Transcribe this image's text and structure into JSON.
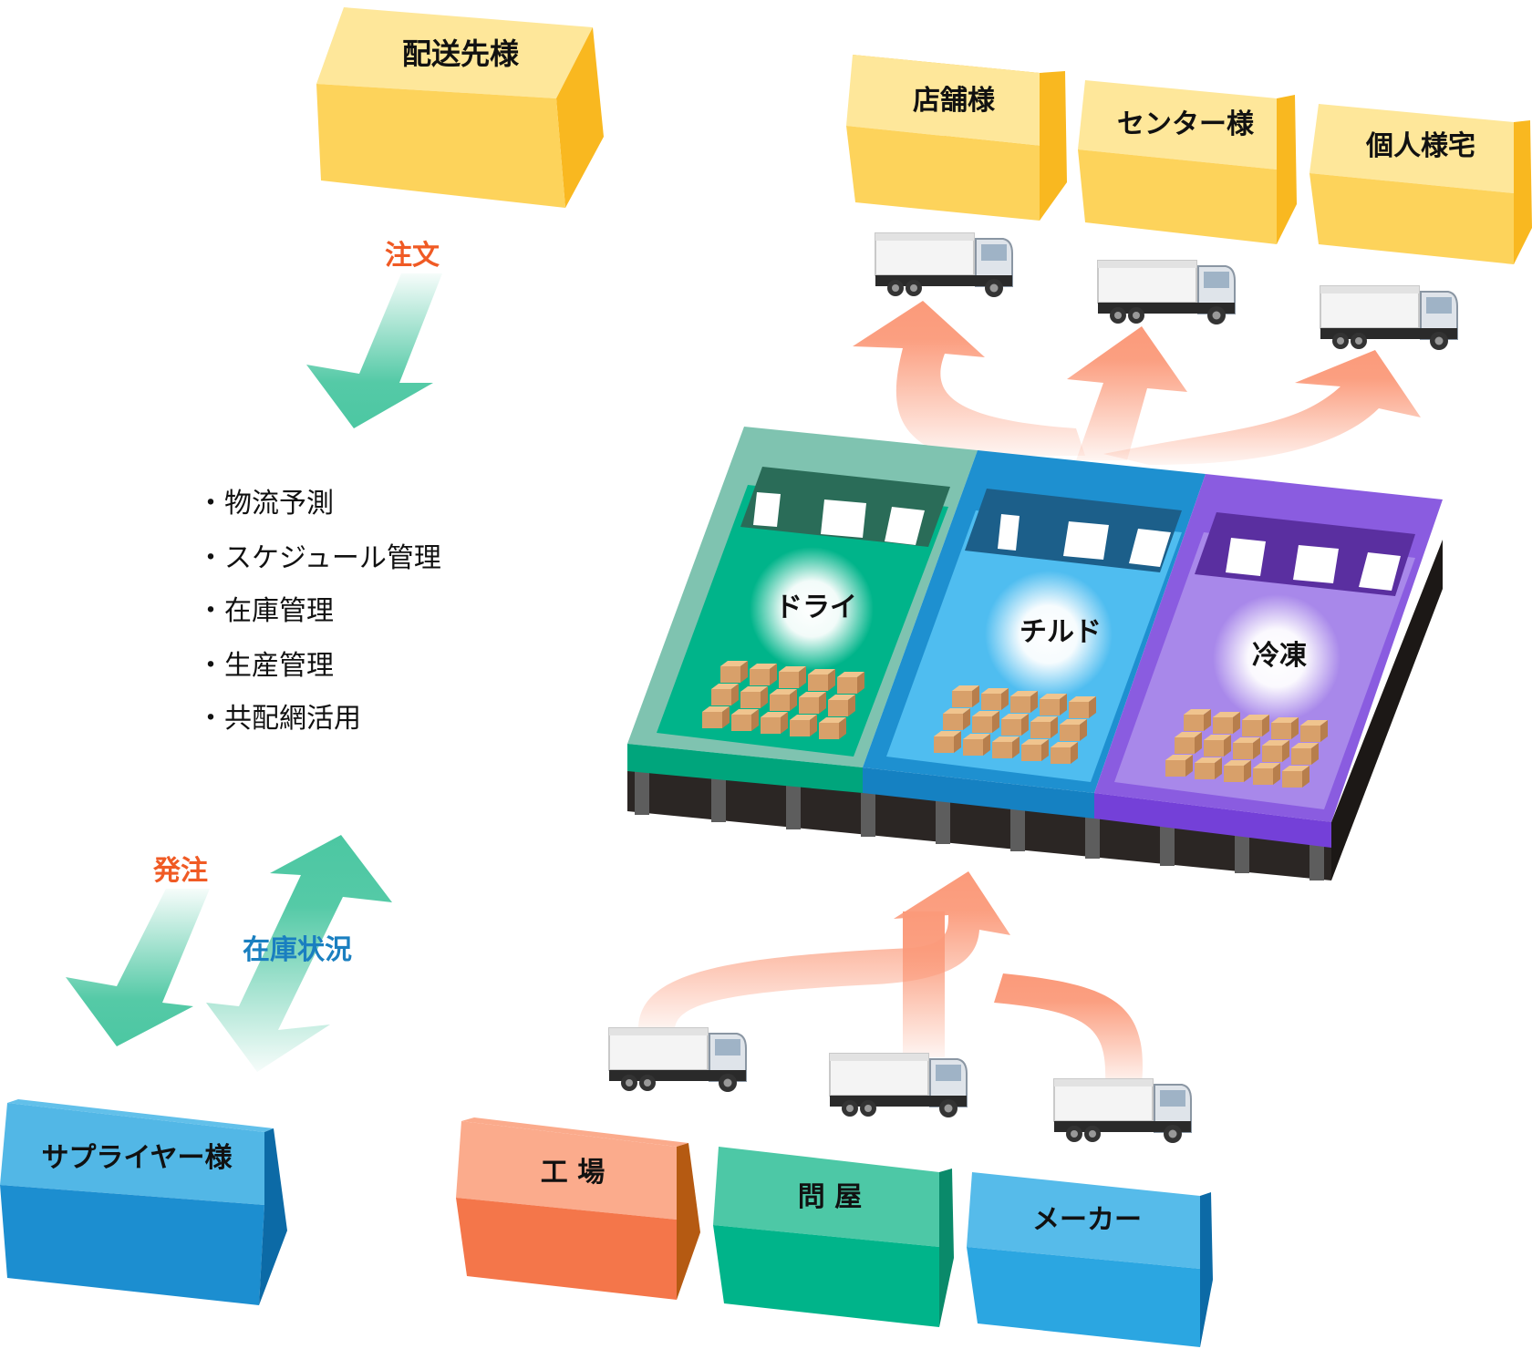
{
  "destinations": {
    "main_label": "配送先様",
    "items": [
      "店舗様",
      "センター様",
      "個人様宅"
    ]
  },
  "order_label": "注文",
  "functions": [
    "・物流予測",
    "・スケジュール管理",
    "・在庫管理",
    "・生産管理",
    "・共配網活用"
  ],
  "purchase_label": "発注",
  "stock_status_label": "在庫状況",
  "supplier_label": "サプライヤー様",
  "warehouse": {
    "zones": [
      "ドライ",
      "チルド",
      "冷凍"
    ],
    "zone_colors": [
      "#00b48a",
      "#1e90d0",
      "#8a5ce0"
    ]
  },
  "sources": [
    "工 場",
    "問 屋",
    "メーカー"
  ],
  "colors": {
    "yellow_box": "#fdd35b",
    "order_text": "#f05a24",
    "stock_text": "#1a7fc0",
    "green_arrow": "#4cc7a2",
    "salmon_arrow": "#fb9a7a",
    "supplier_box": "#2aa7e0",
    "factory_box": "#f4764a",
    "wholesaler_box": "#1bbf93",
    "maker_box": "#2ba6e1"
  }
}
